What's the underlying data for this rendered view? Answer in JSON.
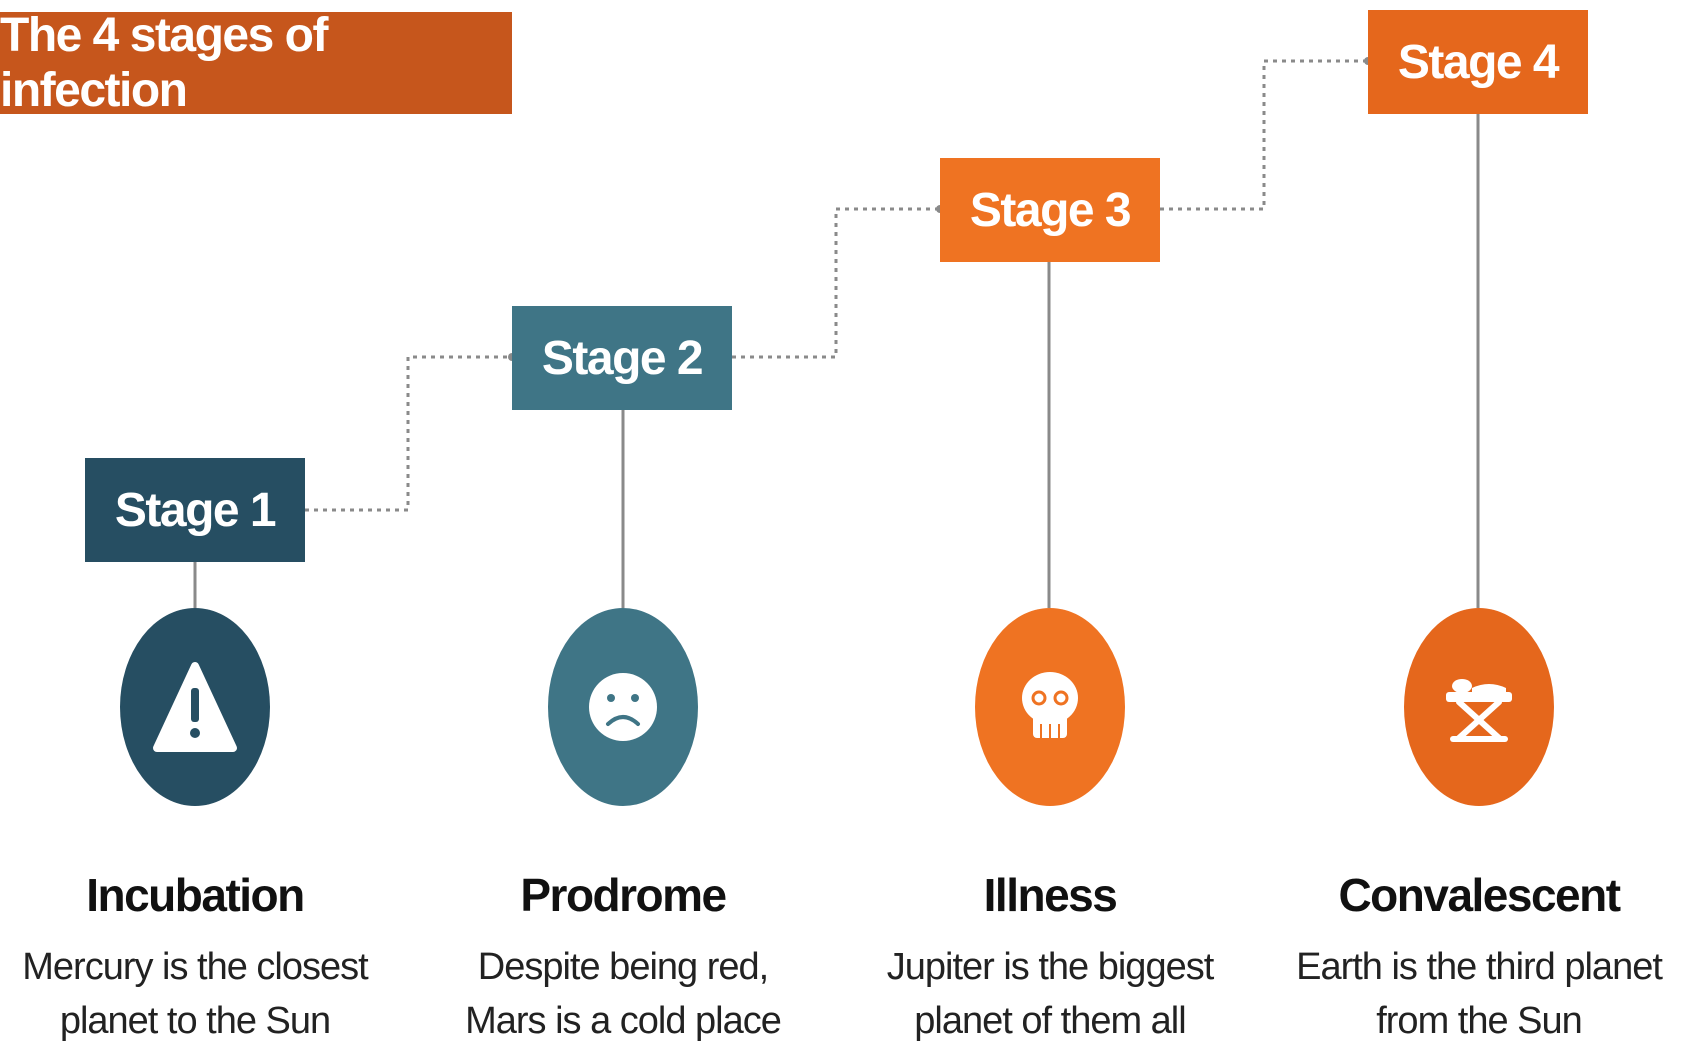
{
  "title": "The 4 stages of infection",
  "colors": {
    "title_bg": "#c6561c",
    "stage1": "#264e62",
    "stage2": "#3f7586",
    "stage3": "#ef7322",
    "stage4": "#e5671c",
    "connector": "#888888"
  },
  "stages": [
    {
      "label": "Stage 1",
      "name": "Incubation",
      "description_line1": "Mercury is the closest",
      "description_line2": "planet to the Sun",
      "icon": "warning-icon"
    },
    {
      "label": "Stage 2",
      "name": "Prodrome",
      "description_line1": "Despite being red,",
      "description_line2": "Mars is a cold place",
      "icon": "sad-face-icon"
    },
    {
      "label": "Stage 3",
      "name": "Illness",
      "description_line1": "Jupiter is the biggest",
      "description_line2": "planet of them all",
      "icon": "skull-icon"
    },
    {
      "label": "Stage 4",
      "name": "Convalescent",
      "description_line1": "Earth is the third planet",
      "description_line2": "from the Sun",
      "icon": "stretcher-icon"
    }
  ]
}
